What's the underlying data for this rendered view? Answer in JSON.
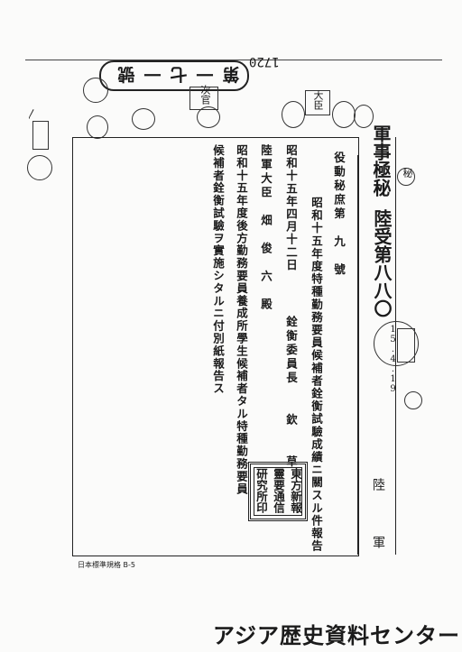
{
  "header": {
    "serial_number": "1720",
    "pill_label": "第一七一號",
    "stamp_left": "次官",
    "stamp_right": "大臣"
  },
  "right_margin": {
    "classification": "軍事極秘",
    "secret_stamp": "秘",
    "receipt": "陸受第八八〇",
    "date_stamp": "15.4.19"
  },
  "document": {
    "reference": "役動秘庶第　九　號",
    "subject": "昭和十五年度特種勤務要員候補者銓衡試驗成績ニ關スル件報告",
    "date": "昭和十五年四月十二日",
    "sender": "銓衡委員長　　欽　　草",
    "recipient": "陸軍大臣　畑　俊　六　殿",
    "body_line1": "昭和十五年度後方勤務要員養成所學生候補者タル特種勤務要員",
    "body_line2": "候補者銓衡試驗ヲ實施シタルニ付別紙報告ス",
    "seal_col1": "東方新報",
    "seal_col2": "靈要通信",
    "seal_col3": "研究所印",
    "side_top": "陸",
    "side_bottom": "軍"
  },
  "footer": {
    "form_number": "日本標準規格 B-5",
    "archive_brand": "アジア歴史資料センター"
  }
}
